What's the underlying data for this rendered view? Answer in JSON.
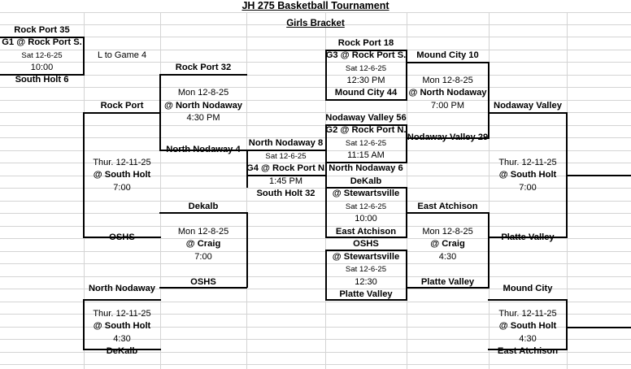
{
  "header": {
    "title": "JH 275 Basketball Tournament",
    "subtitle": "Girls Bracket"
  },
  "bracket": {
    "games": [
      {
        "id": "G1",
        "top_team": "Rock Port 35",
        "matchup": "G1 @ Rock Port S.",
        "date": "Sat 12-6-25",
        "time": "10:00",
        "bottom_team": "South Holt 6"
      },
      {
        "id": "G4",
        "top_team": "North Nodaway 8",
        "date": "Sat 12-6-25",
        "matchup": "G4 @ Rock Port N.",
        "time": "1:45 PM",
        "bottom_team": "South Holt 32"
      },
      {
        "id": "G3",
        "top_team": "Rock Port 18",
        "matchup": "G3 @ Rock Port S.",
        "date": "Sat 12-6-25",
        "time": "12:30 PM",
        "bottom_team": "Mound City 44"
      },
      {
        "id": "G2",
        "top_team": "Nodaway Valley 56",
        "matchup": "G2 @ Rock Port N.",
        "date": "Sat 12-6-25",
        "time": "11:15 AM",
        "bottom_team": "North Nodaway 6"
      },
      {
        "id": "G5",
        "top_team": "DeKalb",
        "matchup": "@ Stewartsville",
        "date": "Sat 12-6-25",
        "time": "10:00",
        "bottom_team": "East Atchison"
      },
      {
        "id": "G6",
        "top_team": "OSHS",
        "matchup": "@ Stewartsville",
        "date": "Sat 12-6-25",
        "time": "12:30",
        "bottom_team": "Platte Valley"
      }
    ],
    "round2": [
      {
        "id": "R2-A",
        "top_team": "Rock Port 32",
        "date": "Mon 12-8-25",
        "venue": "@ North Nodaway",
        "time": "4:30 PM",
        "bottom_team": "North Nodaway 4"
      },
      {
        "id": "R2-B",
        "top_team": "Mound City 10",
        "date": "Mon 12-8-25",
        "venue": "@ North Nodaway",
        "time": "7:00 PM",
        "bottom_team": "Nodaway Valley 29"
      },
      {
        "id": "R2-C",
        "top_team": "Dekalb",
        "date": "Mon 12-8-25",
        "venue": "@ Craig",
        "time": "7:00",
        "bottom_team": "OSHS"
      },
      {
        "id": "R2-D",
        "top_team": "East Atchison",
        "date": "Mon 12-8-25",
        "venue": "@ Craig",
        "time": "4:30",
        "bottom_team": "Platte Valley"
      }
    ],
    "round3": [
      {
        "id": "R3-LEFT-TOP",
        "top_team": "Rock Port",
        "date": "Thur. 12-11-25",
        "venue": "@ South Holt",
        "time": "7:00",
        "bottom_team": "OSHS"
      },
      {
        "id": "R3-LEFT-BOTTOM",
        "top_team": "North Nodaway",
        "date": "Thur. 12-11-25",
        "venue": "@ South Holt",
        "time": "4:30",
        "bottom_team": "DeKalb"
      },
      {
        "id": "R3-RIGHT-TOP",
        "top_team": "Nodaway Valley",
        "date": "Thur. 12-11-25",
        "venue": "@ South Holt",
        "time": "7:00",
        "bottom_team": "Platte Valley"
      },
      {
        "id": "R3-RIGHT-BOTTOM",
        "top_team": "Mound City",
        "date": "Thur. 12-11-25",
        "venue": "@ South Holt",
        "time": "4:30",
        "bottom_team": "East Atchison"
      }
    ],
    "notes": [
      {
        "id": "note-loser",
        "text": "L to Game 4"
      }
    ]
  }
}
